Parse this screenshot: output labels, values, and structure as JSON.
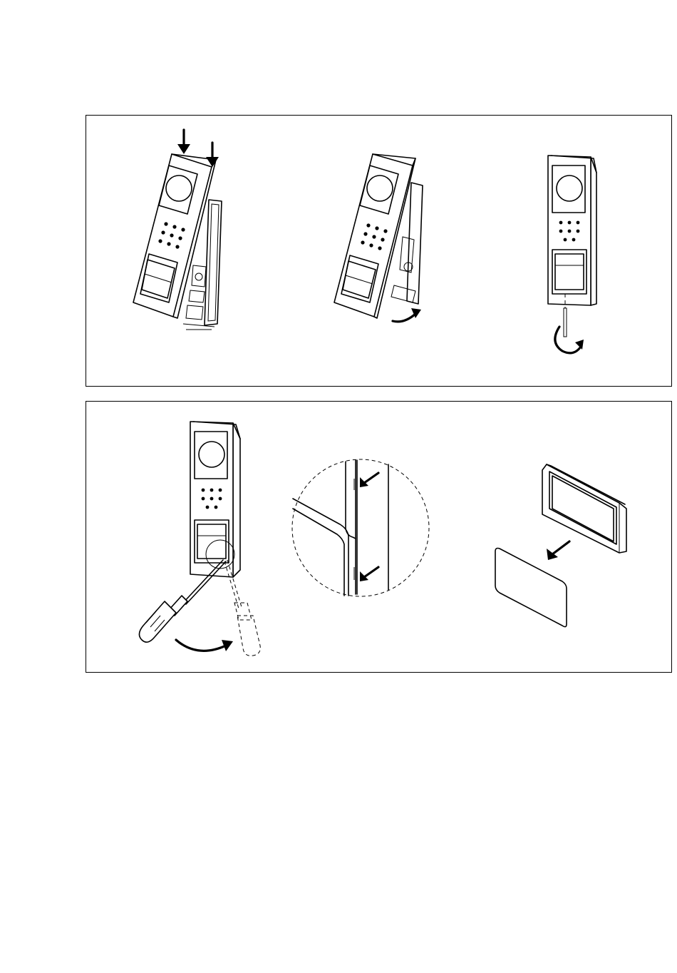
{
  "figure": {
    "panels": [
      {
        "id": "top",
        "steps": [
          {
            "id": "press-down",
            "icon": "down-arrow-icon"
          },
          {
            "id": "swing-closed",
            "icon": "rotate-arrow-icon"
          },
          {
            "id": "tighten-screw",
            "icon": "rotate-arrow-icon"
          }
        ]
      },
      {
        "id": "bottom",
        "steps": [
          {
            "id": "lever-with-screwdriver",
            "icon": "screwdriver-icon"
          },
          {
            "id": "detail-magnified-edge",
            "icon": "magnifier-circle"
          },
          {
            "id": "remove-name-card",
            "icon": "diagonal-arrow-icon"
          }
        ]
      }
    ]
  }
}
